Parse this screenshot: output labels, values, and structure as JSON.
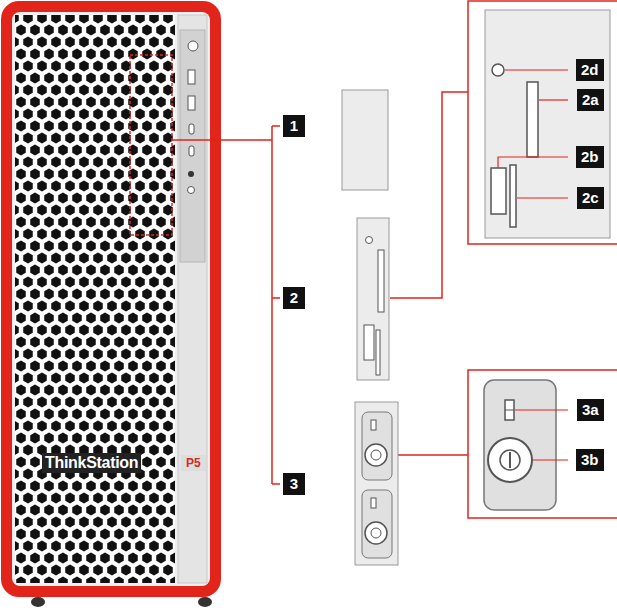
{
  "diagram": {
    "labels": [
      "ThinkStation",
      "P5",
      "1",
      "2",
      "3",
      "2d",
      "2a",
      "2b",
      "2c",
      "3a",
      "3b"
    ]
  }
}
